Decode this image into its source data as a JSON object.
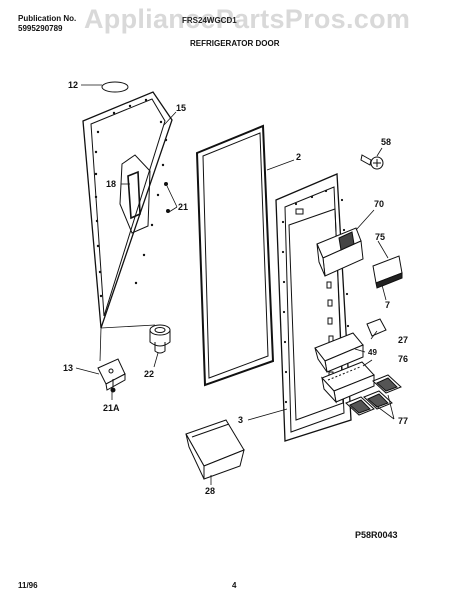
{
  "header": {
    "pub_label": "Publication No.",
    "pub_number": "5995290789",
    "model": "FRS24WGCD1",
    "section_title": "REFRIGERATOR DOOR",
    "watermark": "AppliancePartsPros.com"
  },
  "parts": [
    {
      "id": "label-12",
      "text": "12"
    },
    {
      "id": "label-15",
      "text": "15"
    },
    {
      "id": "label-18",
      "text": "18"
    },
    {
      "id": "label-21",
      "text": "21"
    },
    {
      "id": "label-2",
      "text": "2"
    },
    {
      "id": "label-58",
      "text": "58"
    },
    {
      "id": "label-70",
      "text": "70"
    },
    {
      "id": "label-75",
      "text": "75"
    },
    {
      "id": "label-7",
      "text": "7"
    },
    {
      "id": "label-27",
      "text": "27"
    },
    {
      "id": "label-49",
      "text": "49"
    },
    {
      "id": "label-76",
      "text": "76"
    },
    {
      "id": "label-77",
      "text": "77"
    },
    {
      "id": "label-13",
      "text": "13"
    },
    {
      "id": "label-22",
      "text": "22"
    },
    {
      "id": "label-21a",
      "text": "21A"
    },
    {
      "id": "label-3",
      "text": "3"
    },
    {
      "id": "label-28",
      "text": "28"
    }
  ],
  "diagram_code": "P58R0043",
  "footer": {
    "date": "11/96",
    "page": "4"
  }
}
